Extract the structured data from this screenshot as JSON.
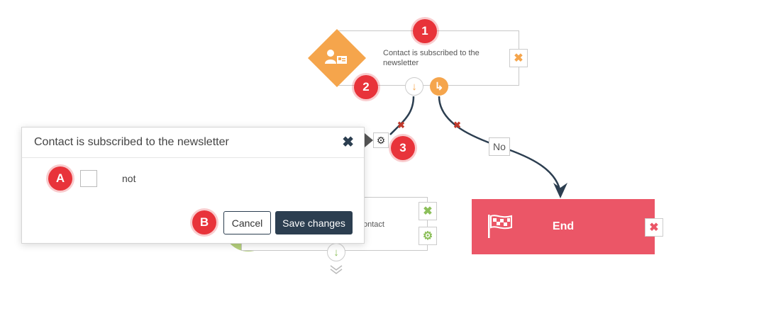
{
  "condition_node": {
    "text": "Contact is subscribed to the newsletter",
    "icon": "contact-card-icon",
    "delete_icon": "close-icon"
  },
  "ports": {
    "yes_icon": "arrow-down-icon",
    "no_icon": "arrow-turn-right-icon"
  },
  "edge_no": {
    "label": "No"
  },
  "end_node": {
    "label": "End",
    "icon": "checkered-flag-icon"
  },
  "action_node": {
    "text_fragment": "ontact"
  },
  "dialog": {
    "title": "Contact is subscribed to the newsletter",
    "negate_label": "not",
    "negate_checked": false,
    "cancel_label": "Cancel",
    "save_label": "Save changes"
  },
  "markers": {
    "m1": "1",
    "m2": "2",
    "m3": "3",
    "mA": "A",
    "mB": "B"
  },
  "colors": {
    "condition": "#f5a54c",
    "end": "#eb5667",
    "action": "#b5d07c",
    "dark": "#2c3e50",
    "marker": "#e8333a"
  }
}
